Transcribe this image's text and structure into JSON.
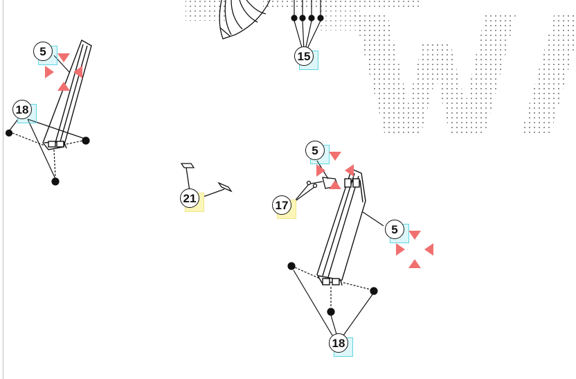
{
  "callouts": [
    {
      "id": "c-5-a",
      "label": "5",
      "highlight": "cyan"
    },
    {
      "id": "c-18-a",
      "label": "18",
      "highlight": "cyan"
    },
    {
      "id": "c-15",
      "label": "15",
      "highlight": "cyan"
    },
    {
      "id": "c-21",
      "label": "21",
      "highlight": "yellow"
    },
    {
      "id": "c-5-b",
      "label": "5",
      "highlight": "cyan"
    },
    {
      "id": "c-17",
      "label": "17",
      "highlight": "yellow"
    },
    {
      "id": "c-5-c",
      "label": "5",
      "highlight": "cyan"
    },
    {
      "id": "c-18-b",
      "label": "18",
      "highlight": "cyan"
    }
  ],
  "colors": {
    "highlight_cyan": "#5fd6e3",
    "highlight_yellow": "#fbf6b8",
    "marker_red": "#f07070",
    "line": "#111111"
  }
}
